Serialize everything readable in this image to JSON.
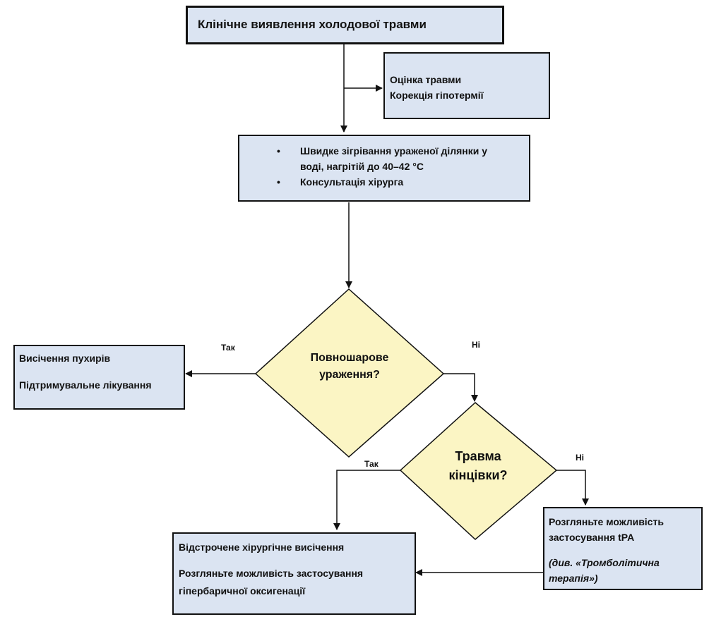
{
  "diagram": {
    "start": {
      "title": "Клінічне виявлення холодової травми"
    },
    "side_box": {
      "lines": [
        "Оцінка травми",
        "Корекція гіпотермії"
      ]
    },
    "warming_box": {
      "bullet": "•",
      "items": [
        "Швидке зігрівання ураженої ділянки у",
        "воді, нагрітій до 40–42 °C",
        "Консультація хірурга"
      ]
    },
    "decision1": {
      "lines": [
        "Повношарове",
        "ураження?"
      ],
      "yes_label": "Так",
      "no_label": "Ні"
    },
    "yes1_box": {
      "lines": [
        "Висічення пухирів",
        "Підтримувальне лікування"
      ]
    },
    "decision2": {
      "lines": [
        "Травма",
        "кінцівки?"
      ],
      "yes_label": "Так",
      "no_label": "Ні"
    },
    "yes2_box": {
      "lines": [
        "Відстрочене хірургічне висічення",
        "Розгляньте можливість застосування",
        "гіпербаричної оксигенації"
      ]
    },
    "no2_box": {
      "lines": [
        "Розгляньте можливість",
        "застосування tPA",
        "(див. «Тромболітична",
        "терапія»)"
      ]
    },
    "colors": {
      "box_fill": "#dbe4f2",
      "decision_fill": "#fbf5c4",
      "stroke": "#111111"
    }
  }
}
